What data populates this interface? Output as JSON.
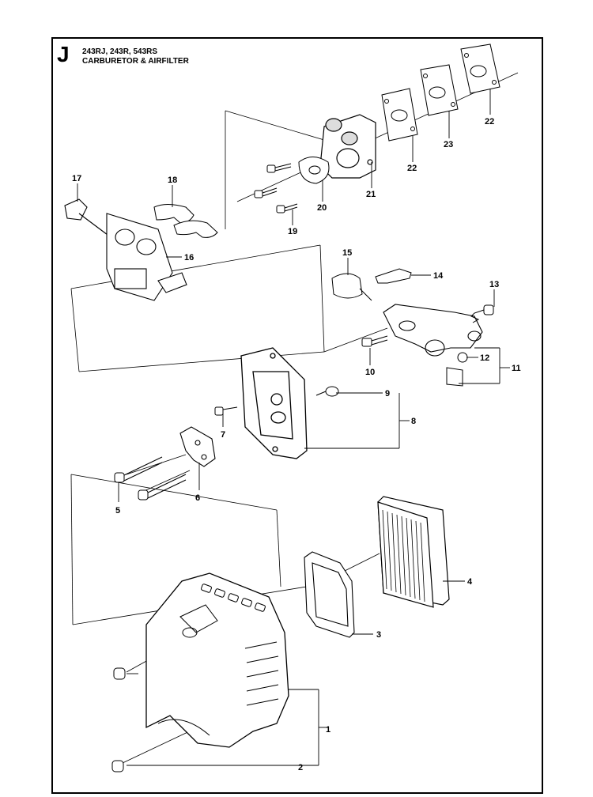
{
  "header": {
    "section_letter": "J",
    "models": "243RJ, 243R, 543RS",
    "subtitle": "CARBURETOR & AIRFILTER"
  },
  "part_numbers": [
    "1",
    "2",
    "3",
    "4",
    "5",
    "6",
    "7",
    "8",
    "9",
    "10",
    "11",
    "12",
    "13",
    "14",
    "15",
    "16",
    "17",
    "18",
    "19",
    "20",
    "21",
    "22",
    "23",
    "22"
  ]
}
